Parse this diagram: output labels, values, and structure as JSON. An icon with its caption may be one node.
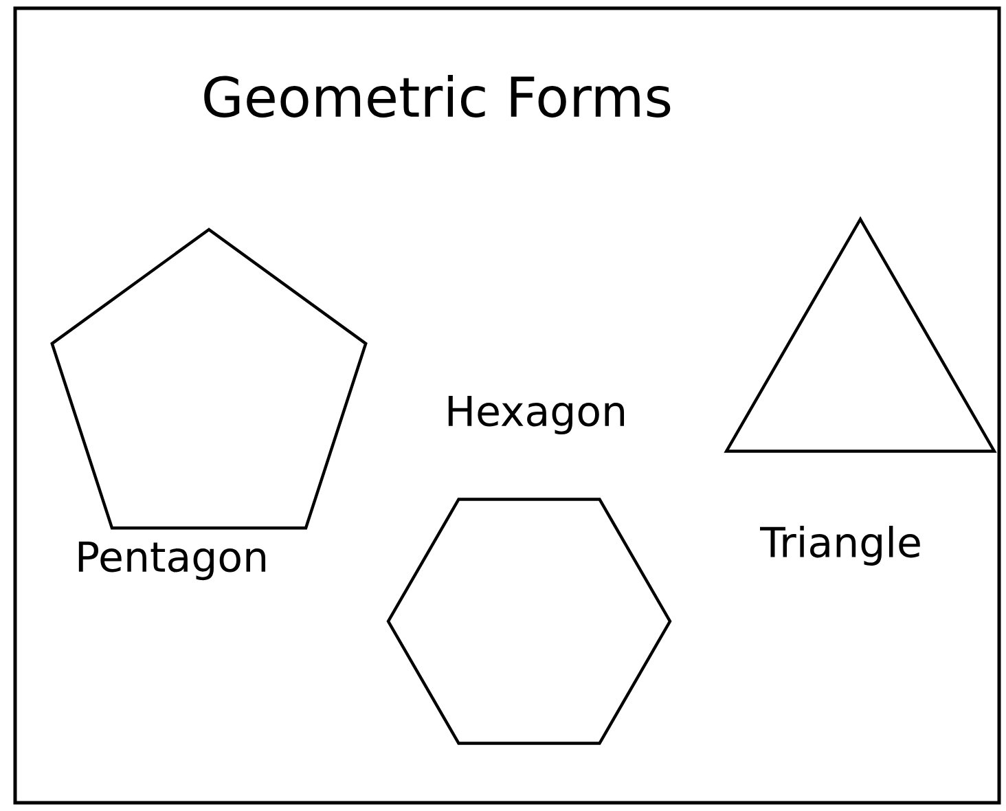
{
  "diagram": {
    "title": "Geometric Forms",
    "nodes": [
      {
        "text": [
          "Pentagon"
        ]
      },
      {
        "text": [
          "Hexagon"
        ]
      },
      {
        "text": [
          "Triangle"
        ]
      }
    ]
  }
}
